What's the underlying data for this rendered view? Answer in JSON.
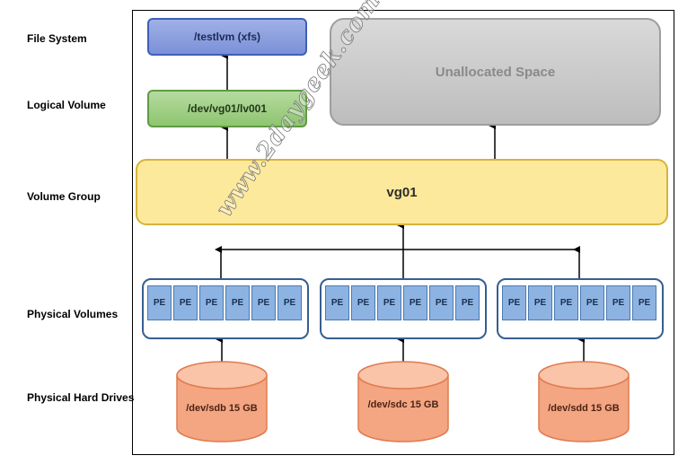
{
  "row_labels": {
    "file_system": "File System",
    "logical_volume": "Logical Volume",
    "volume_group": "Volume Group",
    "physical_volumes": "Physical Volumes",
    "physical_hard_drives": "Physical Hard Drives"
  },
  "file_system_box": "/testlvm (xfs)",
  "logical_volume_box": "/dev/vg01/lv001",
  "unallocated_box": "Unallocated Space",
  "volume_group_box": "vg01",
  "physical_volumes": [
    {
      "pes": [
        "PE",
        "PE",
        "PE",
        "PE",
        "PE",
        "PE"
      ]
    },
    {
      "pes": [
        "PE",
        "PE",
        "PE",
        "PE",
        "PE",
        "PE"
      ]
    },
    {
      "pes": [
        "PE",
        "PE",
        "PE",
        "PE",
        "PE",
        "PE"
      ]
    }
  ],
  "drives": [
    {
      "label": "/dev/sdb 15 GB"
    },
    {
      "label": "/dev/sdc 15 GB"
    },
    {
      "label": "/dev/sdd 15 GB"
    }
  ],
  "watermark": "www.2daygeek.com",
  "colors": {
    "file_system": "#8fa3e0",
    "logical_volume": "#a3d18a",
    "unallocated": "#c9c9c9",
    "volume_group": "#fde99b",
    "pe": "#8db3e2",
    "drive": "#f4a582"
  }
}
